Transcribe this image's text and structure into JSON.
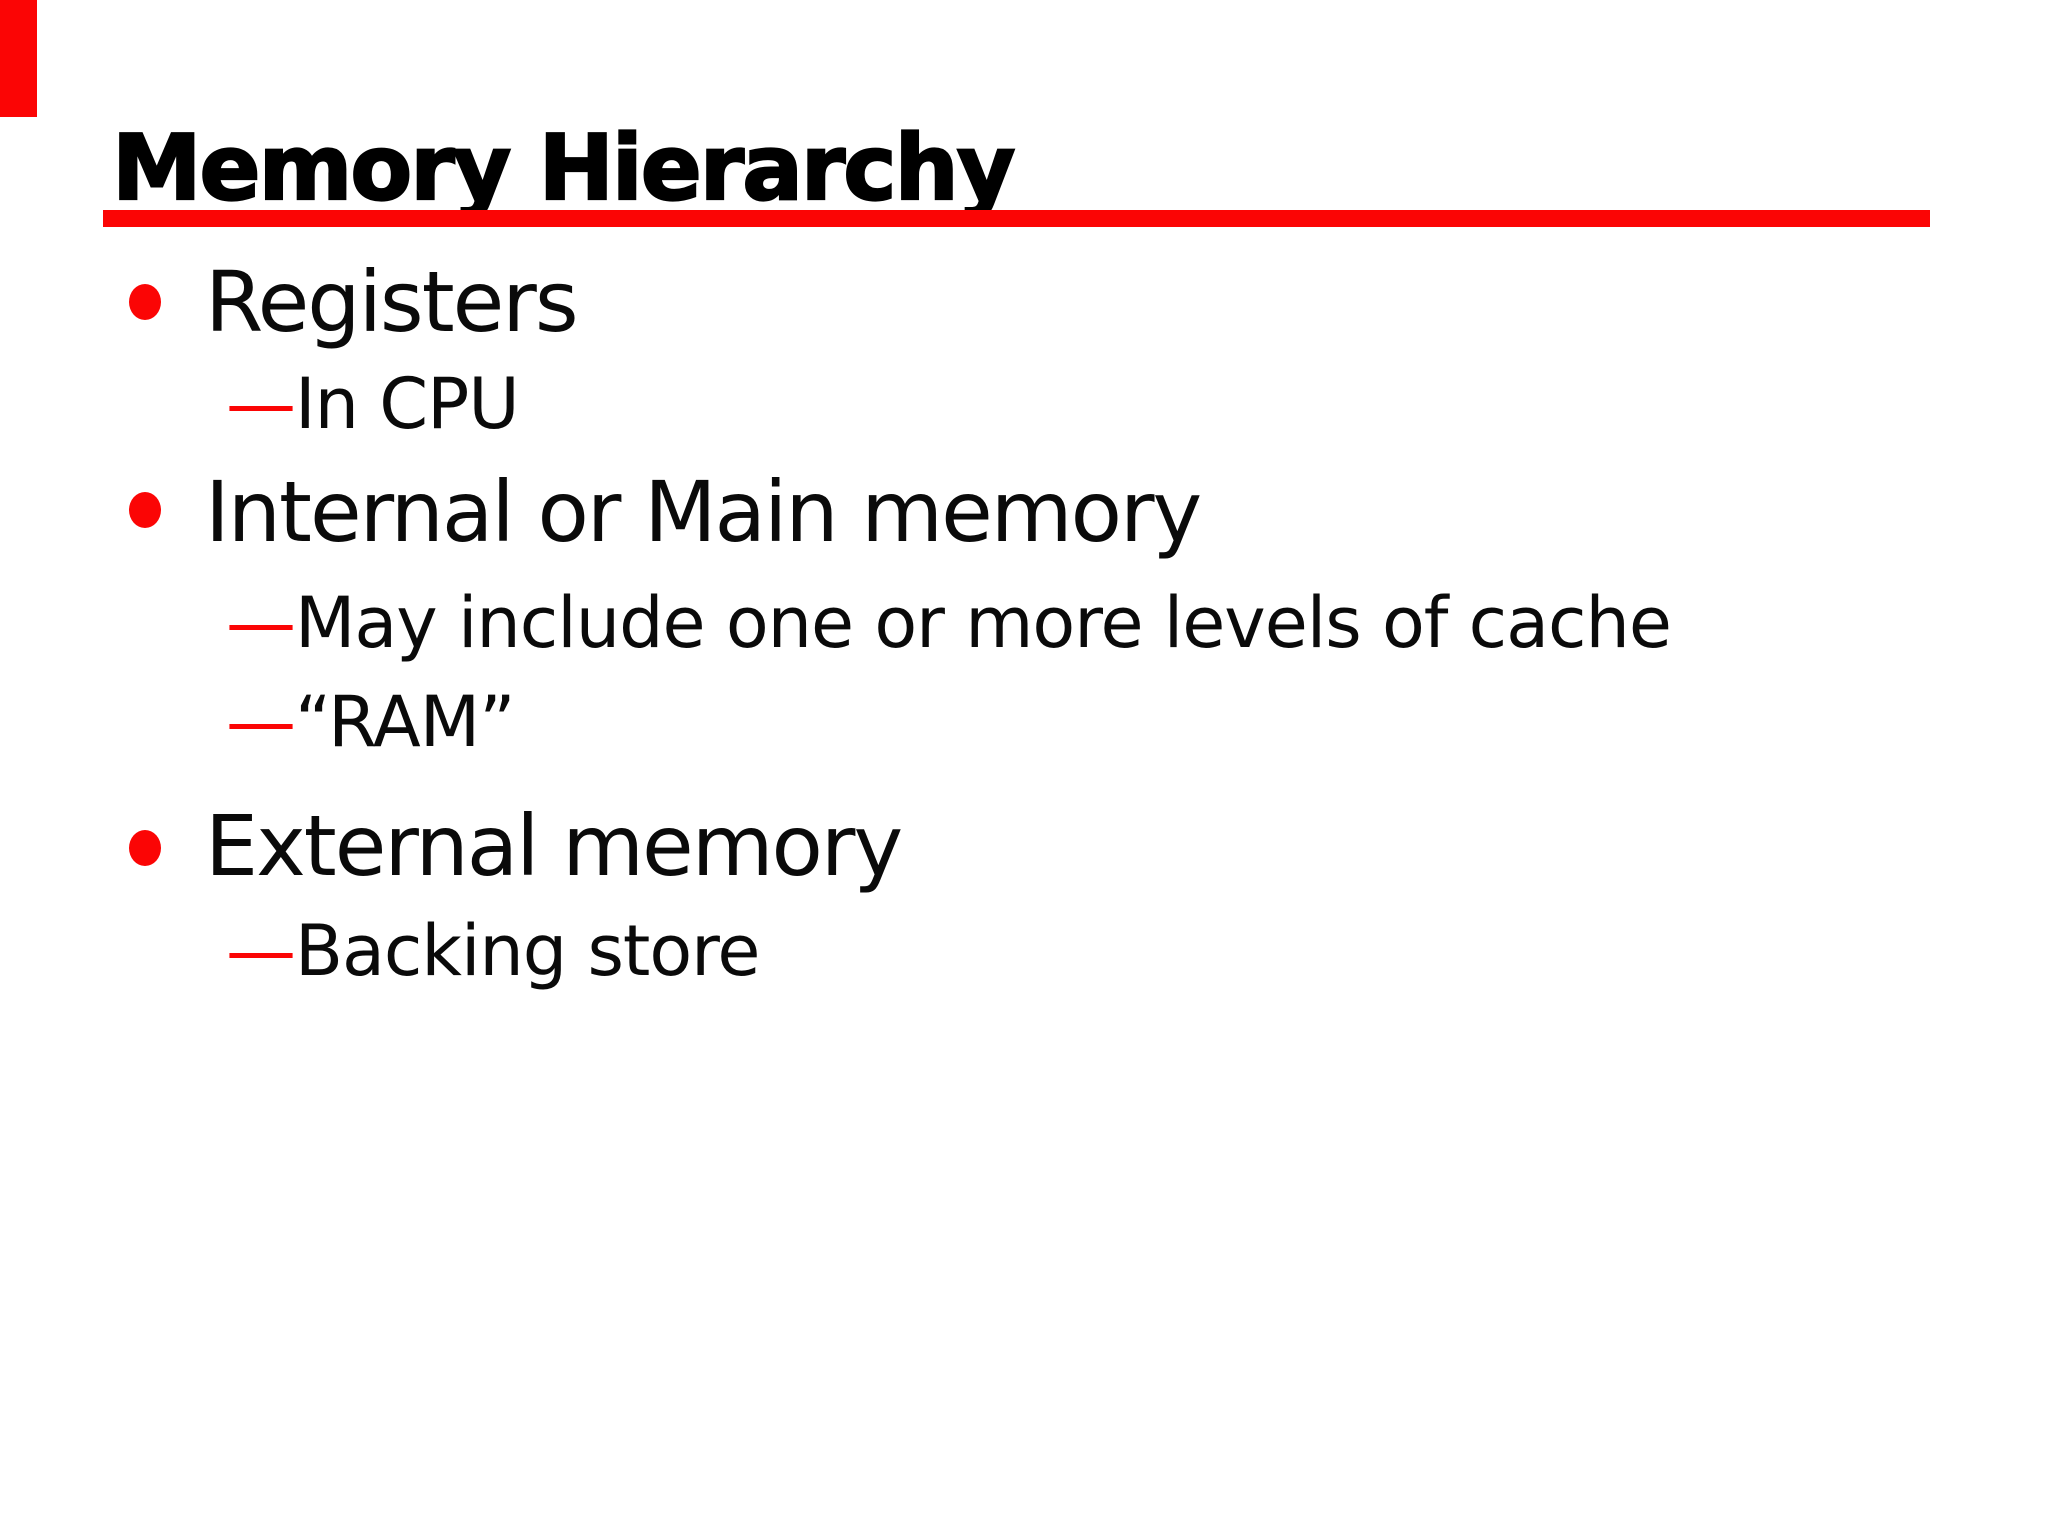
{
  "slide": {
    "title": "Memory Hierarchy",
    "background_color": "#ffffff",
    "title_color": "#000000",
    "body_text_color": "#0a0a0a",
    "accent_red": "#fb0505"
  },
  "list": {
    "dash_glyph": "—",
    "items": [
      {
        "level": 1,
        "text": "Registers"
      },
      {
        "level": 2,
        "text": "In CPU"
      },
      {
        "level": 1,
        "text": "Internal or Main memory"
      },
      {
        "level": 2,
        "text": "May include one or more levels of cache"
      },
      {
        "level": 2,
        "text": "“RAM”"
      },
      {
        "level": 1,
        "text": "External memory"
      },
      {
        "level": 2,
        "text": "Backing store"
      }
    ]
  }
}
